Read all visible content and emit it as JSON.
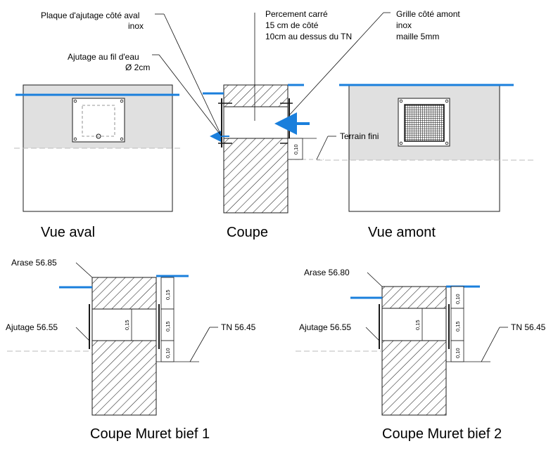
{
  "labels": {
    "plaque_aval_l1": "Plaque d'ajutage côté aval",
    "plaque_aval_l2": "inox",
    "percement_l1": "Percement carré",
    "percement_l2": "15 cm de côté",
    "percement_l3": "10cm au dessus du TN",
    "grille_l1": "Grille côté amont",
    "grille_l2": "inox",
    "grille_l3": "maille 5mm",
    "ajutage_fil_l1": "Ajutage au fil d'eau",
    "ajutage_fil_l2": "Ø 2cm",
    "terrain_fini": "Terrain fini",
    "dim_010_coupe": "0,10"
  },
  "views": {
    "vue_aval": "Vue aval",
    "coupe": "Coupe",
    "vue_amont": "Vue amont"
  },
  "bief1": {
    "title": "Coupe Muret bief 1",
    "arase": "Arase 56.85",
    "ajutage": "Ajutage 56.55",
    "tn": "TN 56.45",
    "dim_top": "0,15",
    "dim_mid": "0,15",
    "dim_bot": "0,10",
    "dim_opening": "0,15"
  },
  "bief2": {
    "title": "Coupe Muret bief 2",
    "arase": "Arase 56.80",
    "ajutage": "Ajutage 56.55",
    "tn": "TN 56.45",
    "dim_top": "0,10",
    "dim_mid": "0,15",
    "dim_bot": "0,10",
    "dim_opening": "0,15"
  },
  "colors": {
    "water": "#1a7fdc",
    "upstream_fill": "#e0e0e0",
    "line": "#1a1a1a",
    "dashed": "#bbbbbb"
  }
}
